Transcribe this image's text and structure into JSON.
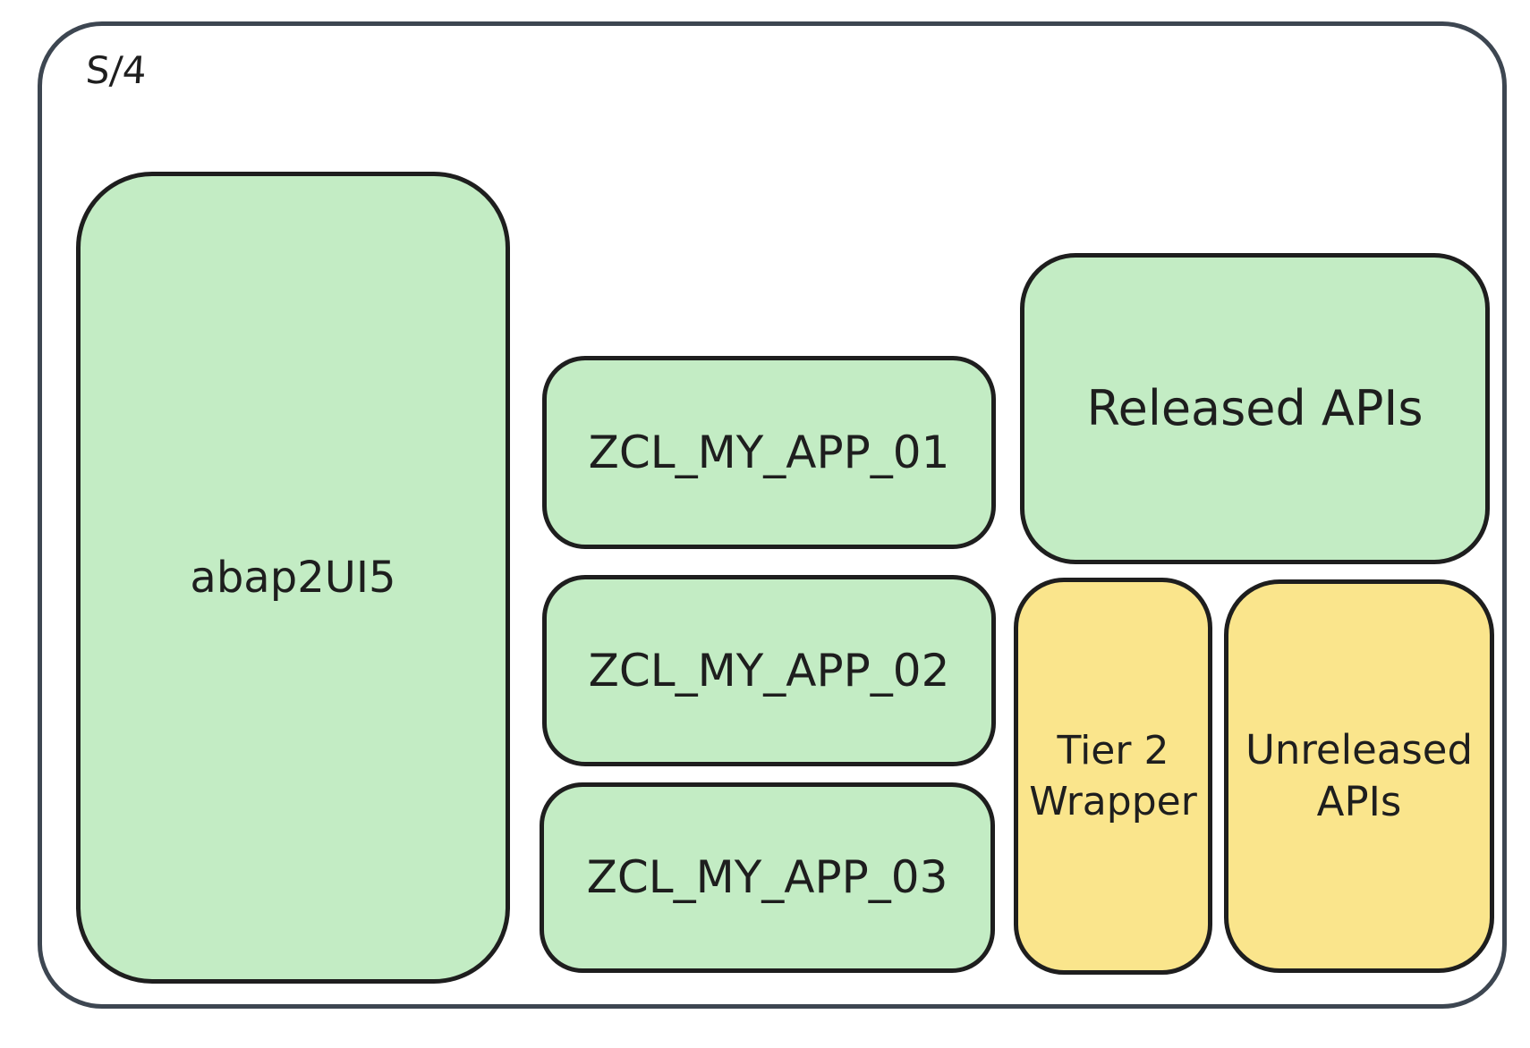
{
  "diagram": {
    "container": {
      "label": "S/4"
    },
    "colors": {
      "node_green_fill": "#c3ecc4",
      "node_yellow_fill": "#fae58c",
      "node_stroke": "#1e1e1e",
      "container_stroke": "#3d4651",
      "text": "#1e1e1e",
      "canvas_bg": "#ffffff"
    },
    "nodes": [
      {
        "id": "abap2ui5",
        "label": "abap2UI5",
        "color": "green"
      },
      {
        "id": "zcl-my-app-01",
        "label": "ZCL_MY_APP_01",
        "color": "green"
      },
      {
        "id": "zcl-my-app-02",
        "label": "ZCL_MY_APP_02",
        "color": "green"
      },
      {
        "id": "zcl-my-app-03",
        "label": "ZCL_MY_APP_03",
        "color": "green"
      },
      {
        "id": "released-apis",
        "label": "Released APIs",
        "color": "green"
      },
      {
        "id": "tier2-wrapper",
        "label": "Tier 2 Wrapper",
        "color": "yellow"
      },
      {
        "id": "unreleased-apis",
        "label": "Unreleased APIs",
        "color": "yellow"
      }
    ]
  }
}
